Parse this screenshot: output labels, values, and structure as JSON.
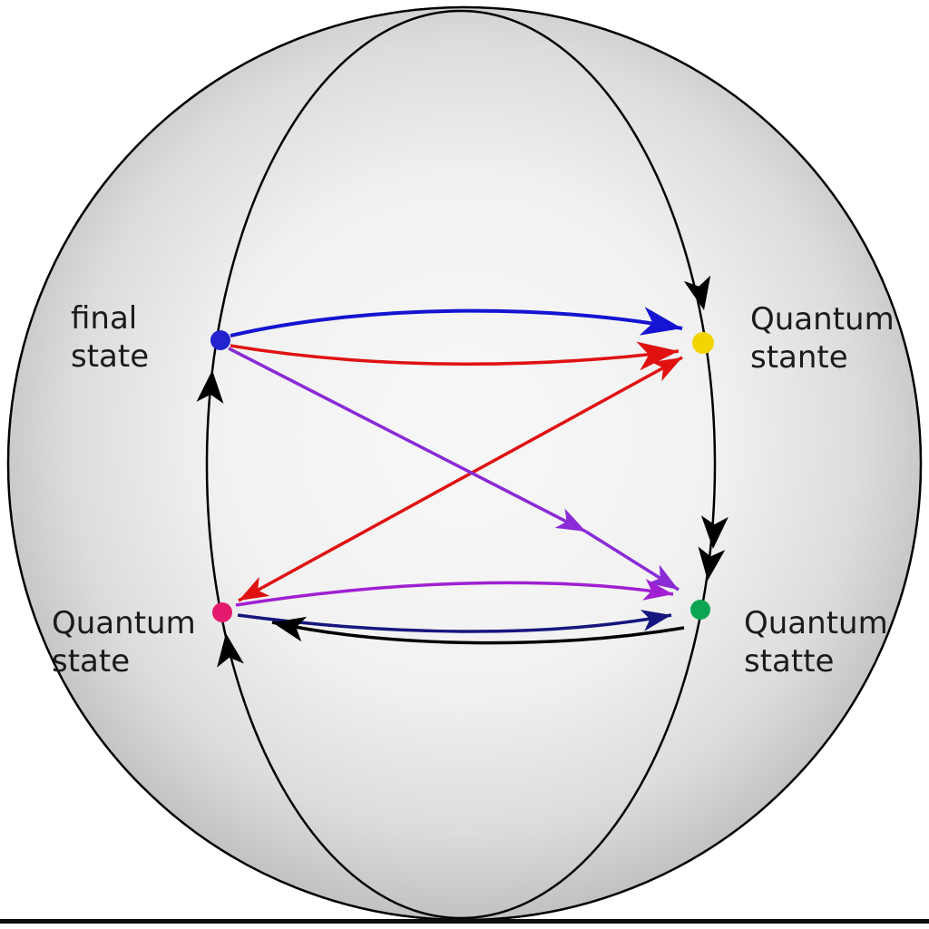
{
  "figure": {
    "type": "sphere-state-transition-diagram"
  },
  "sphere": {
    "outline_color": "#000000",
    "fill_center": "#f8f8f8",
    "fill_edge": "#9c9c9c"
  },
  "meridian": {
    "color": "#000000"
  },
  "bottom_rule_color": "#0b0b0b",
  "text_color": "#1b1b1b",
  "nodes": [
    {
      "id": "final-state",
      "label_line1": "final",
      "label_line2": "state",
      "color": "#2323cf"
    },
    {
      "id": "quantum-stante",
      "label_line1": "Quantum",
      "label_line2": "stante",
      "color": "#f3d403"
    },
    {
      "id": "quantum-state",
      "label_line1": "Quantum",
      "label_line2": "state",
      "color": "#e51a6e"
    },
    {
      "id": "quantum-statte",
      "label_line1": "Quantum",
      "label_line2": "statte",
      "color": "#0ca552"
    }
  ],
  "edges": {
    "blue_top": {
      "from": "final-state",
      "to": "quantum-stante",
      "color": "#1414d2"
    },
    "red_top": {
      "from": "final-state",
      "to": "quantum-stante",
      "color": "#e01111"
    },
    "red_diagonal": {
      "from": "quantum-state",
      "to": "quantum-stante",
      "color": "#e01111",
      "double_headed": true
    },
    "purple_diagonal": {
      "from": "final-state",
      "to": "quantum-statte",
      "color": "#8a2bd6"
    },
    "purple_bottom": {
      "from": "quantum-state",
      "to": "quantum-statte",
      "color": "#a01fd2"
    },
    "navy_bottom": {
      "from": "quantum-state",
      "to": "quantum-statte",
      "color": "#16167e"
    },
    "black_bottom": {
      "from": "quantum-statte",
      "to": "quantum-state",
      "color": "#000000"
    },
    "meridian_flow": {
      "color": "#000000"
    }
  }
}
